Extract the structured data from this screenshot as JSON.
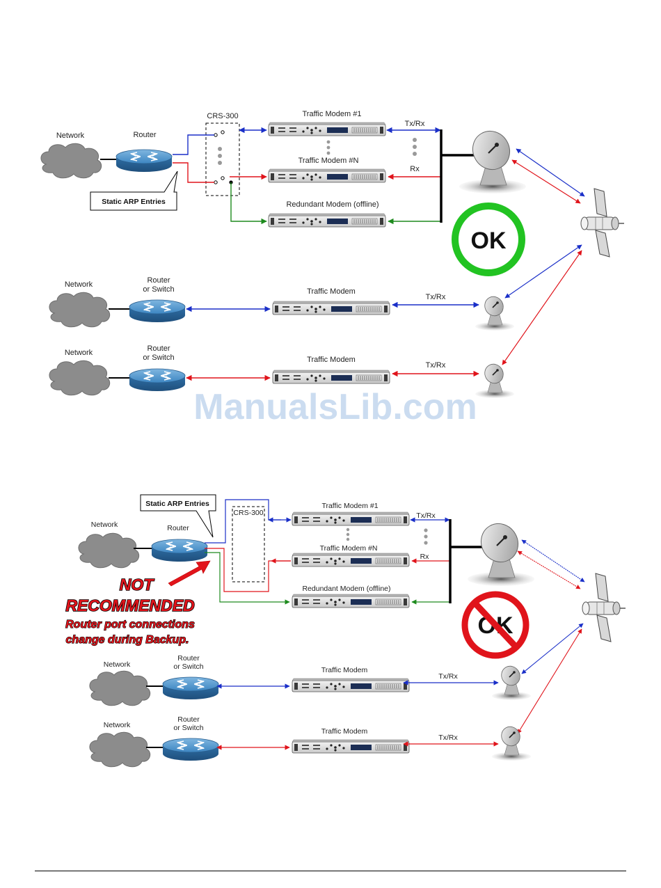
{
  "watermark": "ManualsLib.com",
  "colors": {
    "blue": "#1a2fc8",
    "red": "#e0141b",
    "green": "#1d8a1d",
    "ok_ring": "#22c322",
    "no_ring": "#e0141b",
    "cloud": "#8c8c8c"
  },
  "icons": [
    "cloud-icon",
    "router-icon",
    "modem-icon",
    "dish-icon",
    "satellite-icon",
    "arrow-icon",
    "no-sign-icon"
  ],
  "top": {
    "network": "Network",
    "router": "Router",
    "crs": "CRS-300",
    "modem1": "Traffic Modem #1",
    "modemN": "Traffic Modem #N",
    "redundant": "Redundant Modem (offline)",
    "txrx": "Tx/Rx",
    "rx": "Rx",
    "arp": "Static ARP Entries",
    "ok": "OK",
    "row2": {
      "network": "Network",
      "router1": "Router",
      "router2": "or Switch",
      "modem": "Traffic Modem",
      "txrx": "Tx/Rx"
    },
    "row3": {
      "network": "Network",
      "router1": "Router",
      "router2": "or Switch",
      "modem": "Traffic Modem",
      "txrx": "Tx/Rx"
    }
  },
  "bottom": {
    "network": "Network",
    "router": "Router",
    "crs": "CRS-300",
    "modem1": "Traffic Modem #1",
    "modemN": "Traffic Modem #N",
    "redundant": "Redundant Modem (offline)",
    "txrx": "Tx/Rx",
    "rx": "Rx",
    "arp": "Static ARP Entries",
    "ok": "OK",
    "warning": {
      "line1": "NOT",
      "line2": "RECOMMENDED",
      "line3": "Router port connections",
      "line4": "change during Backup."
    },
    "row2": {
      "network": "Network",
      "router1": "Router",
      "router2": "or Switch",
      "modem": "Traffic Modem",
      "txrx": "Tx/Rx"
    },
    "row3": {
      "network": "Network",
      "router1": "Router",
      "router2": "or Switch",
      "modem": "Traffic Modem",
      "txrx": "Tx/Rx"
    }
  }
}
